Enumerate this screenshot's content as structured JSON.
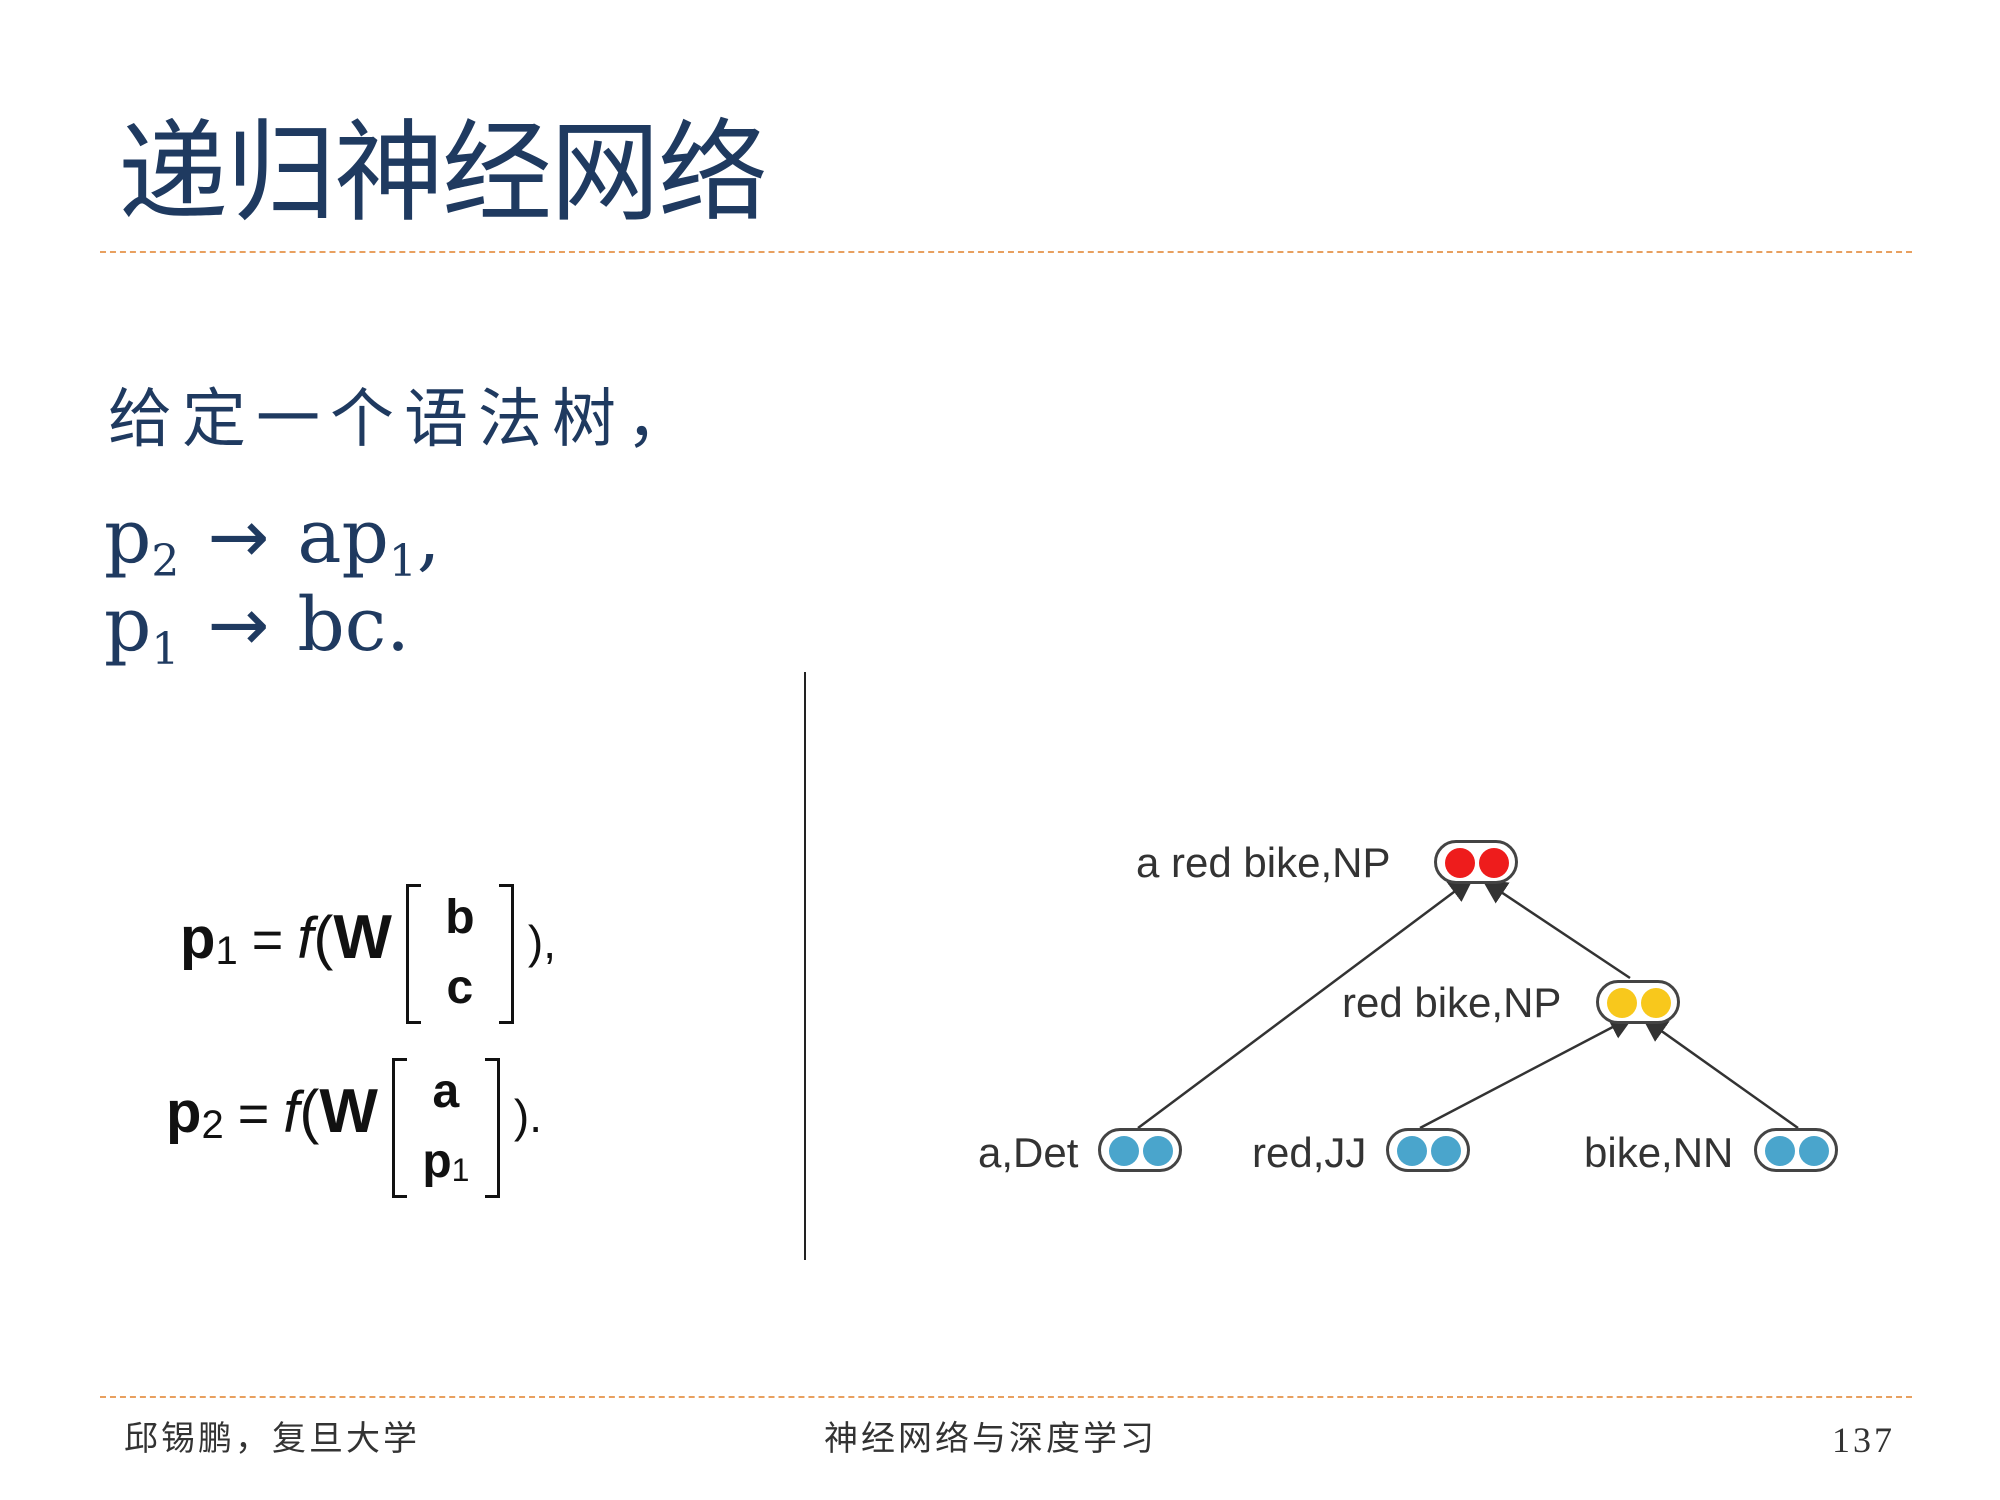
{
  "slide": {
    "title": "递归神经网络",
    "intro": "给定一个语法树，",
    "rules": [
      {
        "lhs": "p",
        "lhs_sub": "2",
        "arrow": "→",
        "rhs_main": "ap",
        "rhs_sub": "1",
        "rhs_end": ","
      },
      {
        "lhs": "p",
        "lhs_sub": "1",
        "arrow": "→",
        "rhs_main": "bc.",
        "rhs_sub": "",
        "rhs_end": ""
      }
    ]
  },
  "equations": [
    {
      "lhs": "p",
      "lhs_sub": "1",
      "eq": "=",
      "fn": "f",
      "open": "(",
      "W": "W",
      "top": "b",
      "bottom": "c",
      "bottom_sub": "",
      "tail": "),"
    },
    {
      "lhs": "p",
      "lhs_sub": "2",
      "eq": "=",
      "fn": "f",
      "open": "(",
      "W": "W",
      "top": "a",
      "bottom": "p",
      "bottom_sub": "1",
      "tail": ")."
    }
  ],
  "tree": {
    "colors": {
      "red": "#ee1c1c",
      "yellow": "#f8c81c",
      "blue": "#4aa5cc"
    },
    "nodes": [
      {
        "id": "root",
        "label": "a red bike,NP",
        "color": "red"
      },
      {
        "id": "mid",
        "label": "red bike,NP",
        "color": "yellow"
      },
      {
        "id": "a",
        "label": "a,Det",
        "color": "blue"
      },
      {
        "id": "red",
        "label": "red,JJ",
        "color": "blue"
      },
      {
        "id": "bike",
        "label": "bike,NN",
        "color": "blue"
      }
    ]
  },
  "footer": {
    "left": "邱锡鹏，复旦大学",
    "center": "神经网络与深度学习",
    "page": "137"
  }
}
